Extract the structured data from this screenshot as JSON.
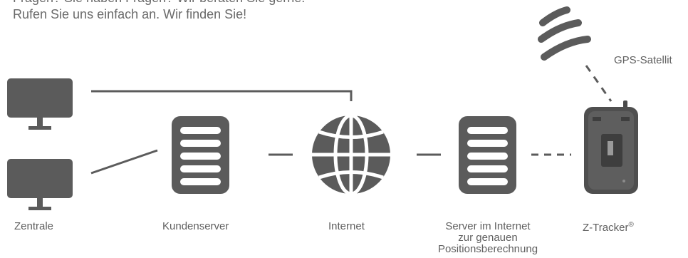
{
  "intro": {
    "line1": "Fragen? Sie haben Fragen? Wir beraten Sie gerne.",
    "line2": "Rufen Sie uns einfach an. Wir finden Sie!"
  },
  "labels": {
    "zentrale": "Zentrale",
    "kundenserver": "Kundenserver",
    "internet": "Internet",
    "server_line1": "Server im Internet",
    "server_line2": "zur genauen",
    "server_line3": "Positionsberechnung",
    "tracker": "Z-Tracker",
    "tracker_mark": "®",
    "gps": "GPS-Satellit"
  },
  "colors": {
    "icon": "#5b5b5b",
    "line": "#5b5b5b",
    "text": "#5f5f5f",
    "device": "#4a4a4a"
  }
}
